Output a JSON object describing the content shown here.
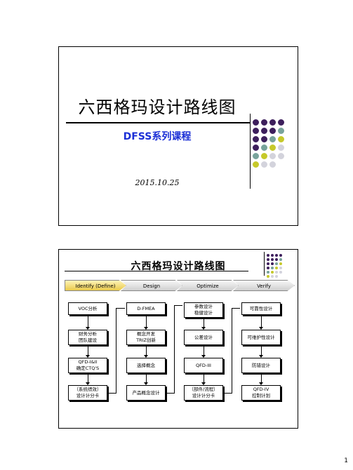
{
  "slide1": {
    "title": "六西格玛设计路线图",
    "subtitle": "DFSS系列课程",
    "date": "2015.10.25"
  },
  "slide2": {
    "title": "六西格玛设计路线图",
    "phases": [
      {
        "label": "Identify (Define)",
        "active": true
      },
      {
        "label": "Design",
        "active": false
      },
      {
        "label": "Optimize",
        "active": false
      },
      {
        "label": "Verify",
        "active": false
      }
    ],
    "columns": [
      {
        "boxes": [
          "VOC分析",
          "财务分析\n团队建设",
          "QFD-I&II\n确定CTQ'S",
          "（系统绩效）\n设计计分卡"
        ]
      },
      {
        "boxes": [
          "D-FMEA",
          "概念开发\nTRIZ创新",
          "选择概念",
          "产品概念设计"
        ]
      },
      {
        "boxes": [
          "参数设计\n稳健设计",
          "公差设计",
          "QFD-III",
          "（部件/流程）\n设计计分卡"
        ]
      },
      {
        "boxes": [
          "可靠性设计",
          "可维护性设计",
          "防错设计",
          "QFD-IV\n控制计划"
        ]
      }
    ]
  },
  "colors": {
    "purple": "#3d1f5c",
    "teal": "#78a39b",
    "yellow_green": "#c6c92a",
    "light_gray": "#d3d3dc",
    "subtitle_blue": "#1b2fd6"
  },
  "page_number": "1"
}
